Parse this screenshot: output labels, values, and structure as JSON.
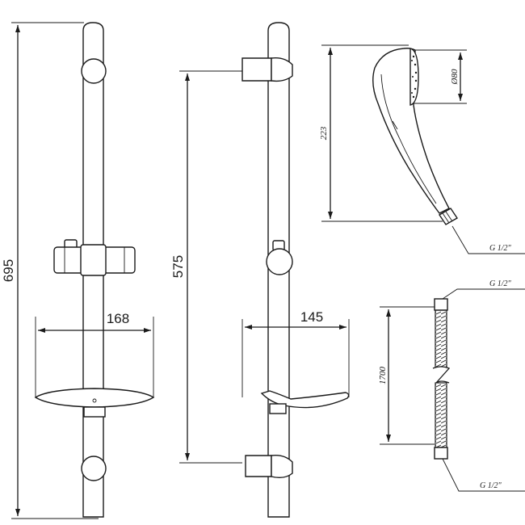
{
  "dimensions": {
    "rail_total_height": "695",
    "fixing_distance": "575",
    "soap_dish_width": "168",
    "rail_projection": "145",
    "handshower_length": "223",
    "handshower_diameter": "Ø80",
    "hose_length": "1700"
  },
  "threads": {
    "handshower_outlet": "G 1/2\"",
    "hose_top": "G 1/2\"",
    "hose_bottom": "G 1/2\""
  }
}
